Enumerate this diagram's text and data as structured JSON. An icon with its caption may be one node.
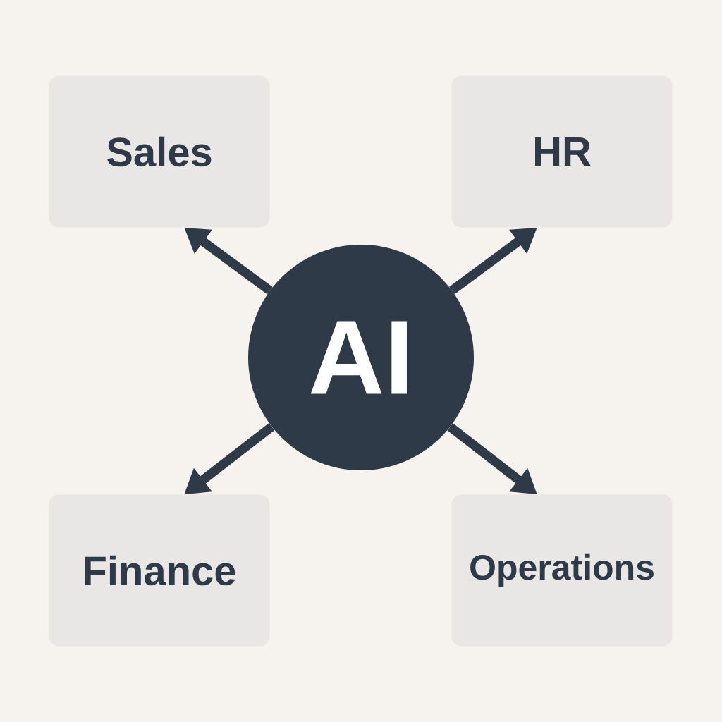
{
  "diagram": {
    "nodes": [
      {
        "text": [
          "AI"
        ]
      },
      {
        "text": [
          "Sales"
        ]
      },
      {
        "text": [
          "HR"
        ]
      },
      {
        "text": [
          "Finance"
        ]
      },
      {
        "text": [
          "Operations"
        ]
      }
    ],
    "edges": [
      {
        "from": 0,
        "to": 1,
        "arrow": "to"
      },
      {
        "from": 0,
        "to": 2,
        "arrow": "to"
      },
      {
        "from": 0,
        "to": 3,
        "arrow": "to"
      },
      {
        "from": 0,
        "to": 4,
        "arrow": "to"
      }
    ]
  }
}
